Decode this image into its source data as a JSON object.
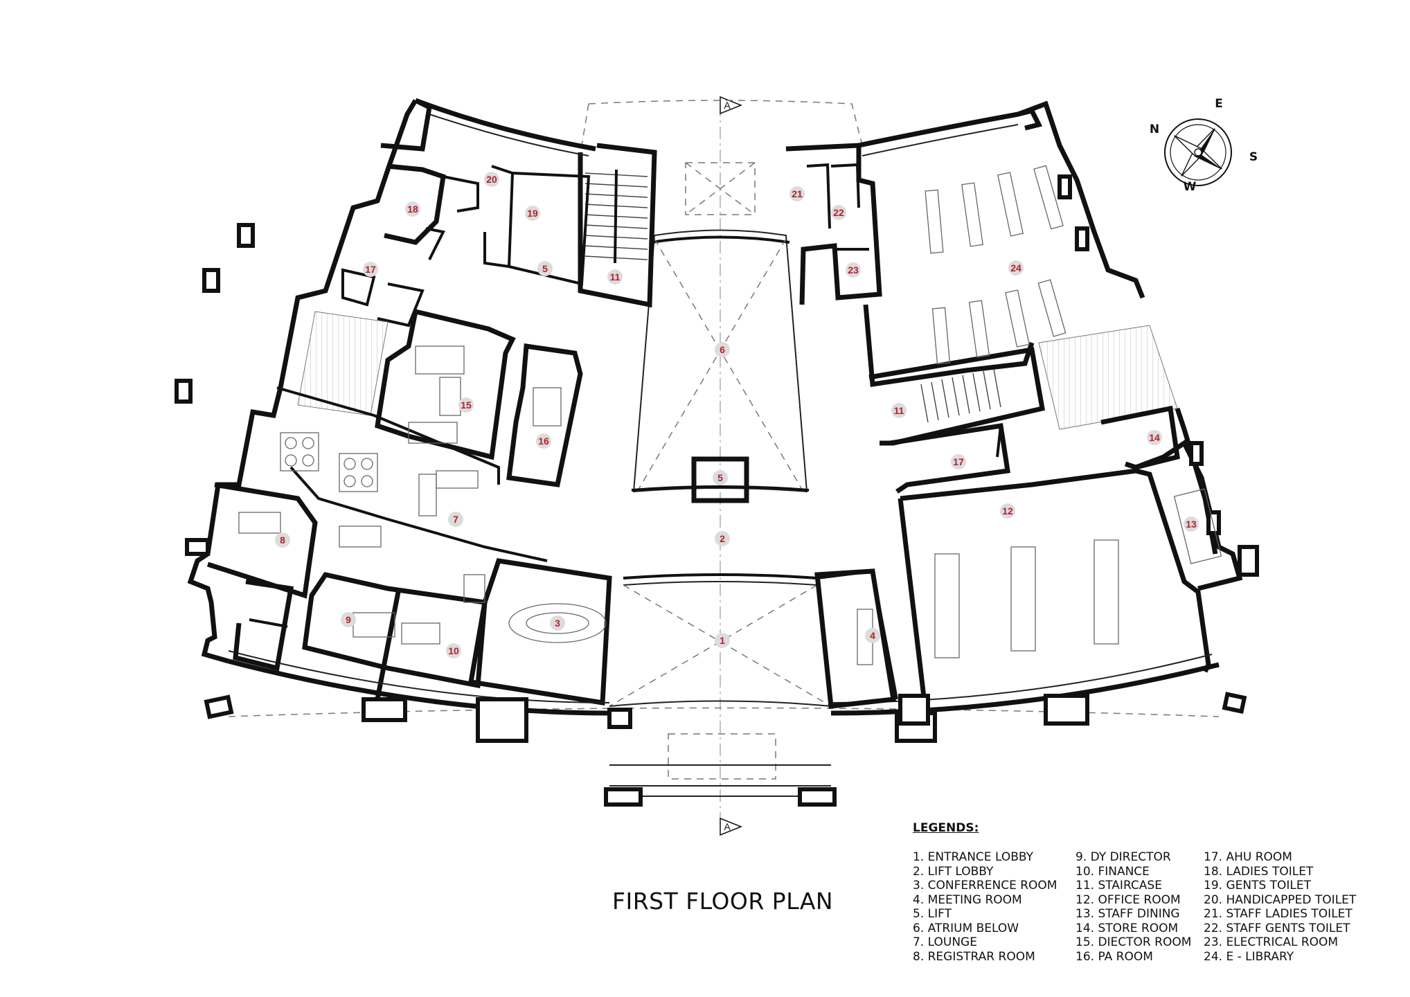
{
  "title": "FIRST FLOOR PLAN",
  "legend": {
    "heading": "LEGENDS:",
    "columns": [
      [
        "1. ENTRANCE LOBBY",
        "2. LIFT LOBBY",
        "3. CONFERRENCE ROOM",
        "4. MEETING ROOM",
        "5. LIFT",
        "6. ATRIUM BELOW",
        "7. LOUNGE",
        "8. REGISTRAR ROOM"
      ],
      [
        "9. DY DIRECTOR",
        "10. FINANCE",
        "11. STAIRCASE",
        "12. OFFICE ROOM",
        "13. STAFF DINING",
        "14. STORE ROOM",
        "15. DIECTOR ROOM",
        "16. PA ROOM"
      ],
      [
        "17. AHU ROOM",
        "18. LADIES TOILET",
        "19. GENTS TOILET",
        "20. HANDICAPPED TOILET",
        "21. STAFF LADIES TOILET",
        "22. STAFF GENTS TOILET",
        "23. ELECTRICAL ROOM",
        "24. E - LIBRARY"
      ]
    ]
  },
  "section_marker": "A",
  "compass": {
    "n": "N",
    "e": "E",
    "s": "S",
    "w": "W"
  },
  "rooms": [
    {
      "id": "r1",
      "label": "1"
    },
    {
      "id": "r2",
      "label": "2"
    },
    {
      "id": "r3",
      "label": "3"
    },
    {
      "id": "r4",
      "label": "4"
    },
    {
      "id": "r5",
      "label": "5"
    },
    {
      "id": "r5b",
      "label": "5"
    },
    {
      "id": "r6",
      "label": "6"
    },
    {
      "id": "r7",
      "label": "7"
    },
    {
      "id": "r8",
      "label": "8"
    },
    {
      "id": "r9",
      "label": "9"
    },
    {
      "id": "r10",
      "label": "10"
    },
    {
      "id": "r11a",
      "label": "11"
    },
    {
      "id": "r11b",
      "label": "11"
    },
    {
      "id": "r12",
      "label": "12"
    },
    {
      "id": "r13",
      "label": "13"
    },
    {
      "id": "r14",
      "label": "14"
    },
    {
      "id": "r15",
      "label": "15"
    },
    {
      "id": "r16",
      "label": "16"
    },
    {
      "id": "r17a",
      "label": "17"
    },
    {
      "id": "r17b",
      "label": "17"
    },
    {
      "id": "r18",
      "label": "18"
    },
    {
      "id": "r19",
      "label": "19"
    },
    {
      "id": "r20",
      "label": "20"
    },
    {
      "id": "r21",
      "label": "21"
    },
    {
      "id": "r22",
      "label": "22"
    },
    {
      "id": "r23",
      "label": "23"
    },
    {
      "id": "r24",
      "label": "24"
    }
  ],
  "colors": {
    "label_red": "#b3202a",
    "wall": "#111111",
    "background": "#ffffff"
  }
}
